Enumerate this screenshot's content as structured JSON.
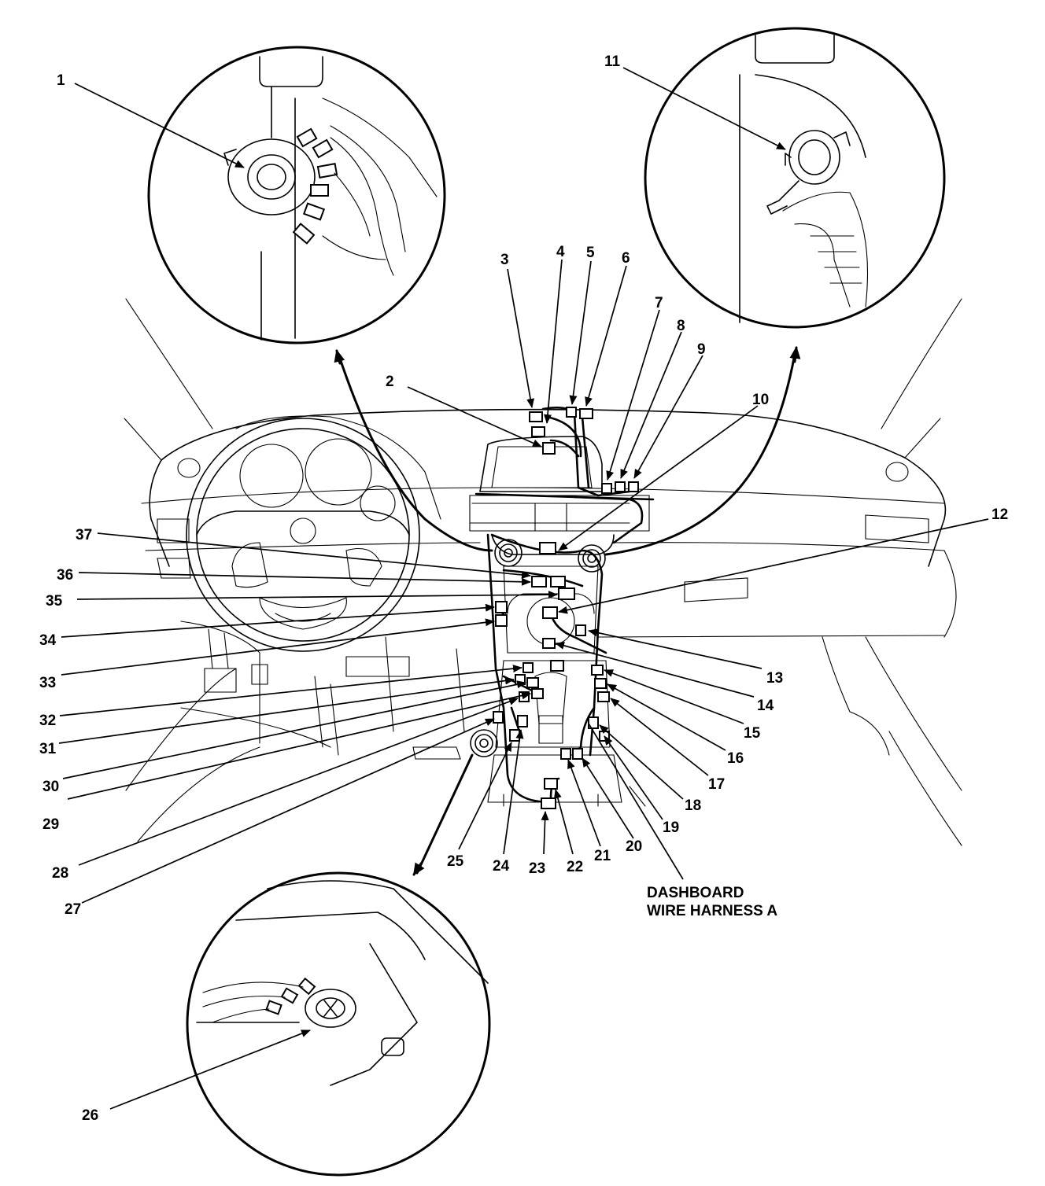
{
  "harness_label_line1": "DASHBOARD",
  "harness_label_line2": "WIRE HARNESS A",
  "callouts": [
    "1",
    "2",
    "3",
    "4",
    "5",
    "6",
    "7",
    "8",
    "9",
    "10",
    "11",
    "12",
    "13",
    "14",
    "15",
    "16",
    "17",
    "18",
    "19",
    "20",
    "21",
    "22",
    "23",
    "24",
    "25",
    "26",
    "27",
    "28",
    "29",
    "30",
    "31",
    "32",
    "33",
    "34",
    "35",
    "36",
    "37"
  ]
}
